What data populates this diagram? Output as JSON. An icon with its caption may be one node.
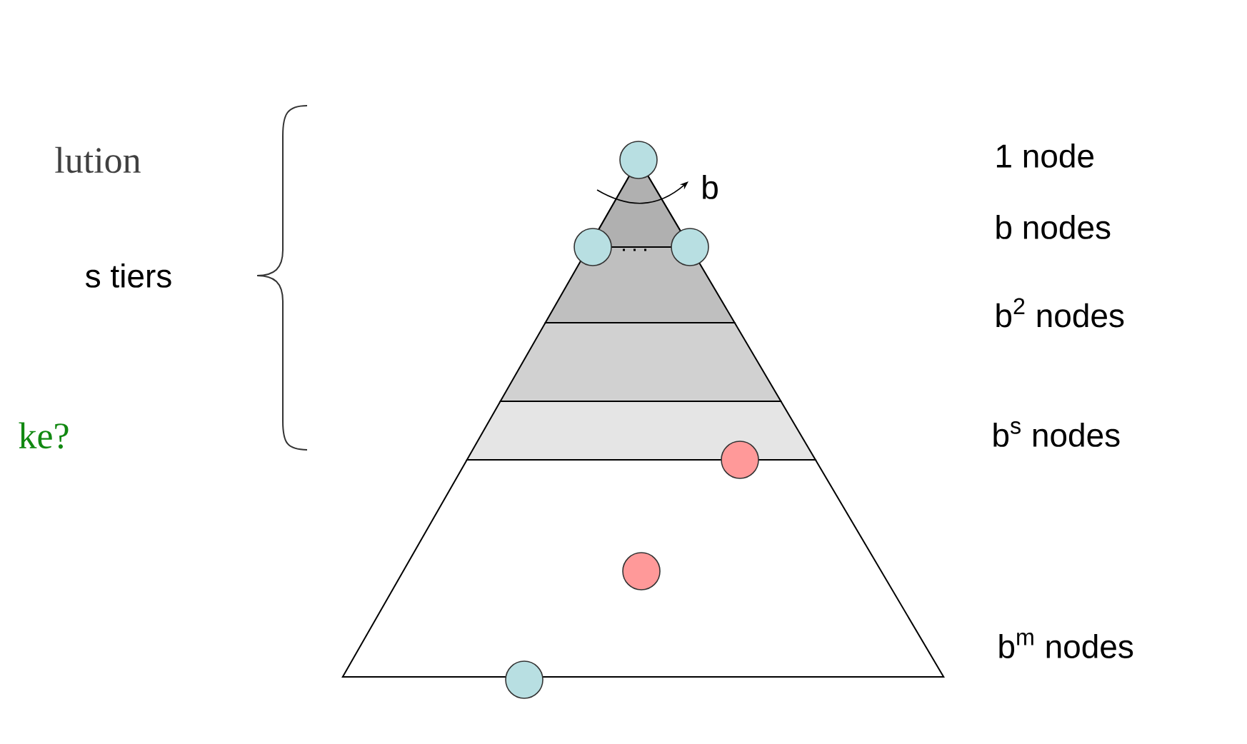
{
  "diagram": {
    "nodes": [
      {
        "text": [],
        "shape": "circle"
      },
      {
        "text": [],
        "shape": "circle"
      },
      {
        "text": [],
        "shape": "circle"
      },
      {
        "text": [],
        "shape": "circle"
      },
      {
        "text": [],
        "shape": "circle"
      },
      {
        "text": [],
        "shape": "circle"
      }
    ],
    "labels": [
      "lution",
      "s tiers",
      "ke?",
      "b",
      "1 node",
      "b nodes",
      "b$^{2}$ nodes",
      "b$^{s}$ nodes",
      "b$^{m}$ nodes"
    ]
  }
}
